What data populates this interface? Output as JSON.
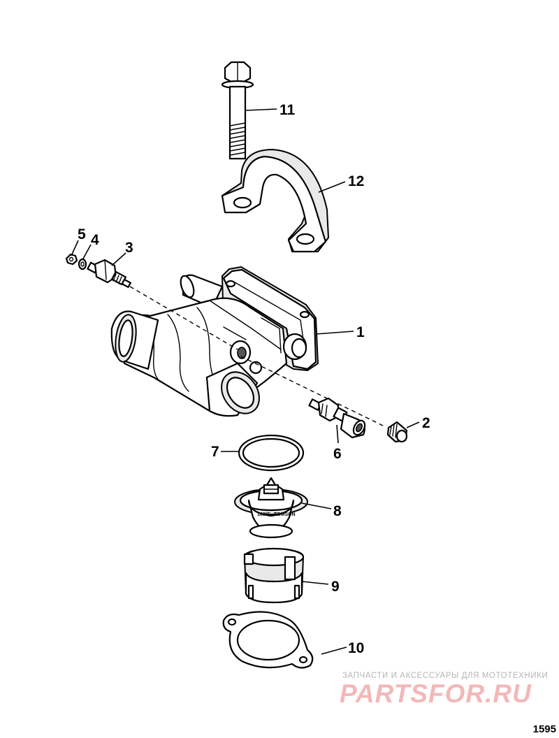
{
  "callouts": {
    "c1": "1",
    "c2": "2",
    "c3": "3",
    "c4": "4",
    "c5": "5",
    "c6": "6",
    "c7": "7",
    "c8": "8",
    "c9": "9",
    "c10": "10",
    "c11": "11",
    "c12": "12"
  },
  "thermostat_markings": {
    "left": "160°F",
    "right": "TOMSON"
  },
  "watermark": {
    "tagline": "ЗАПЧАСТИ И АКСЕССУАРЫ ДЛЯ МОТОТЕХНИКИ",
    "logo": "PARTSFOR.RU"
  },
  "diagram_number": "1595"
}
